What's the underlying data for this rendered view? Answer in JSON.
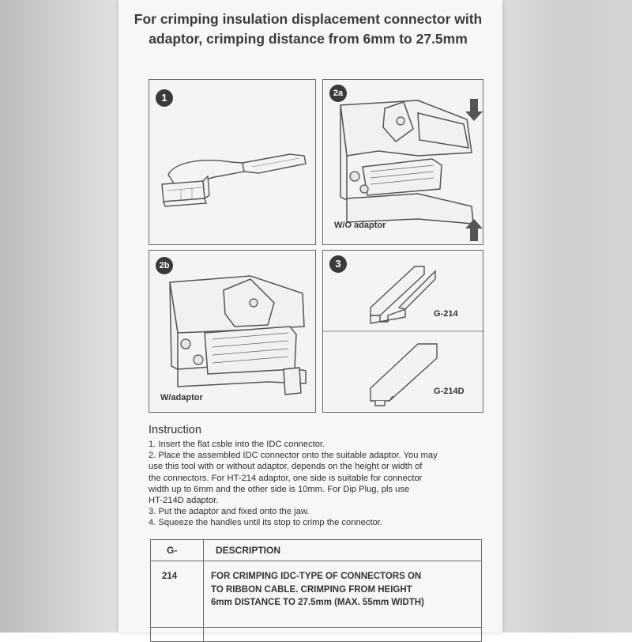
{
  "header": {
    "title_line1": "For crimping insulation displacement connector with",
    "title_line2": "adaptor, crimping distance from 6mm to 27.5mm"
  },
  "figures": [
    {
      "badge": "1",
      "caption": ""
    },
    {
      "badge": "2a",
      "caption": "W/O adaptor"
    },
    {
      "badge": "2b",
      "caption": "W/adaptor"
    },
    {
      "badge": "3",
      "caption_top": "G-214",
      "caption_bottom": "G-214D"
    }
  ],
  "instructions": {
    "heading": "Instruction",
    "items": [
      "1. Insert the flat csble into the IDC connector.",
      "2. Place the assembled IDC connector onto the suitable adaptor. You may",
      "use this tool with or without adaptor, depends on the height or width of",
      "the connectors. For HT-214 adaptor, one side is suitable for connector",
      "width up to 6mm and the other side is  10mm. For Dip Plug, pls use",
      "HT-214D adaptor.",
      "3. Put the adaptor and fixed onto the jaw.",
      "4. Squeeze the handles until its stop to crimp the connector."
    ]
  },
  "table": {
    "headers": [
      "G-",
      "DESCRIPTION"
    ],
    "rows": [
      {
        "code": "214",
        "description_lines": [
          "FOR CRIMPING IDC-TYPE OF CONNECTORS ON",
          "TO  RIBBON CABLE. CRIMPING FROM HEIGHT",
          "6mm DISTANCE TO 27.5mm (MAX. 55mm WIDTH)"
        ]
      }
    ]
  }
}
